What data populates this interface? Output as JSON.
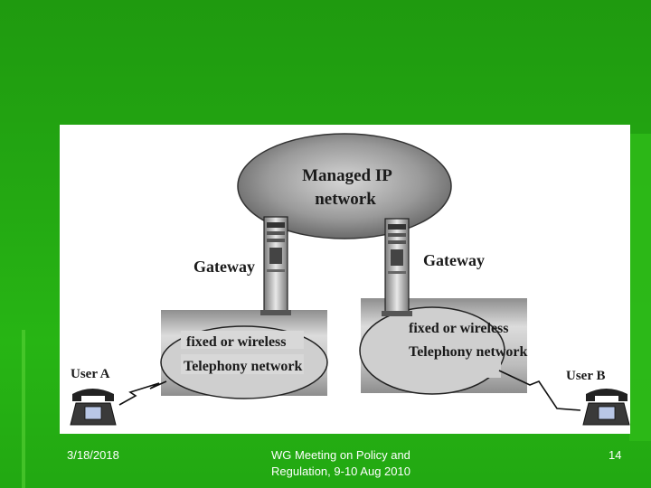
{
  "diagram": {
    "cloud_line1": "Managed IP",
    "cloud_line2": "network",
    "gateway_left": "Gateway",
    "gateway_right": "Gateway",
    "left_network_line1": "fixed or  wireless",
    "left_network_line2": "Telephony network",
    "right_network_line1": "fixed or  wireless",
    "right_network_line2": "Telephony network",
    "user_a": "User A",
    "user_b": "User B"
  },
  "footer": {
    "date": "3/18/2018",
    "title": "WG Meeting on Policy and Regulation, 9-10 Aug 2010",
    "page": "14"
  },
  "colors": {
    "background": "#23a612",
    "figure_bg": "#ffffff",
    "cloud_fill": "#8c8c8c",
    "network_fill": "#c8c8c8"
  },
  "icons": [
    "gateway-server-icon",
    "telephone-icon",
    "lightning-link-icon"
  ]
}
